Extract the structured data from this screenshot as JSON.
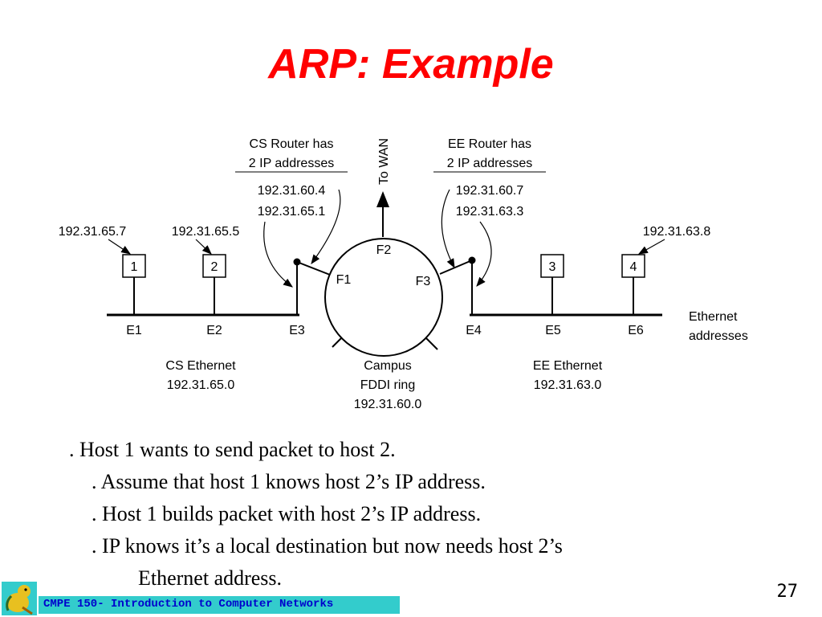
{
  "slide": {
    "title": "ARP: Example",
    "page_number": "27"
  },
  "diagram": {
    "cs_router_note": [
      "CS Router has",
      "2 IP addresses"
    ],
    "ee_router_note": [
      "EE Router has",
      "2 IP addresses"
    ],
    "cs_router_ips": [
      "192.31.60.4",
      "192.31.65.1"
    ],
    "ee_router_ips": [
      "192.31.60.7",
      "192.31.63.3"
    ],
    "to_wan": "To WAN",
    "ring_ports": [
      "F1",
      "F2",
      "F3"
    ],
    "hosts": [
      {
        "label": "1",
        "ip": "192.31.65.7",
        "eth": "E1"
      },
      {
        "label": "2",
        "ip": "192.31.65.5",
        "eth": "E2"
      },
      {
        "label": "3",
        "ip": "",
        "eth": "E5"
      },
      {
        "label": "4",
        "ip": "192.31.63.8",
        "eth": "E6"
      }
    ],
    "router_eth": [
      "E3",
      "E4"
    ],
    "ethernet_addresses_label": [
      "Ethernet",
      "addresses"
    ],
    "cs_ethernet": [
      "CS Ethernet",
      "192.31.65.0"
    ],
    "campus_ring": [
      "Campus",
      "FDDI ring",
      "192.31.60.0"
    ],
    "ee_ethernet": [
      "EE Ethernet",
      "192.31.63.0"
    ]
  },
  "bullets": [
    {
      "level": 0,
      "text": ". Host 1 wants to send packet to host 2."
    },
    {
      "level": 1,
      "text": ". Assume that host 1 knows host 2’s IP address."
    },
    {
      "level": 1,
      "text": ". Host 1 builds packet with host 2’s IP address."
    },
    {
      "level": 1,
      "text": ". IP knows it’s a local destination but now needs host 2’s"
    },
    {
      "level": 2,
      "text": "Ethernet address."
    }
  ],
  "footer": {
    "course": "CMPE 150- Introduction to Computer Networks"
  },
  "colors": {
    "title": "#ff0000",
    "footer_bar": "#33cccc",
    "footer_text": "#0000cc"
  }
}
